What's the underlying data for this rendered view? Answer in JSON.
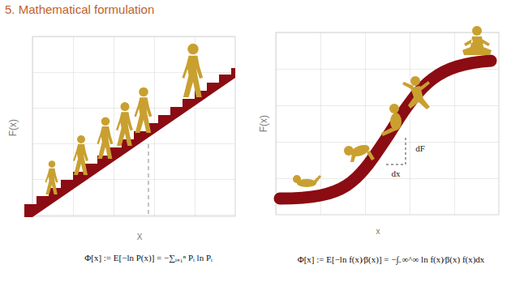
{
  "diagram": {
    "title": "5. Mathematical formulation",
    "labels": [
      "F(x)",
      "X",
      "Φ[x] := E[−ln P(x)] = −∑ᵢ₌₁ⁿ Pᵢ ln Pᵢ",
      "F(x)",
      "x",
      "dF",
      "dx",
      "Φ[x] := E[−ln f(x)⁄β(x)] = −∫₋∞^∞ ln f(x)⁄β(x) f(x)dx"
    ]
  }
}
